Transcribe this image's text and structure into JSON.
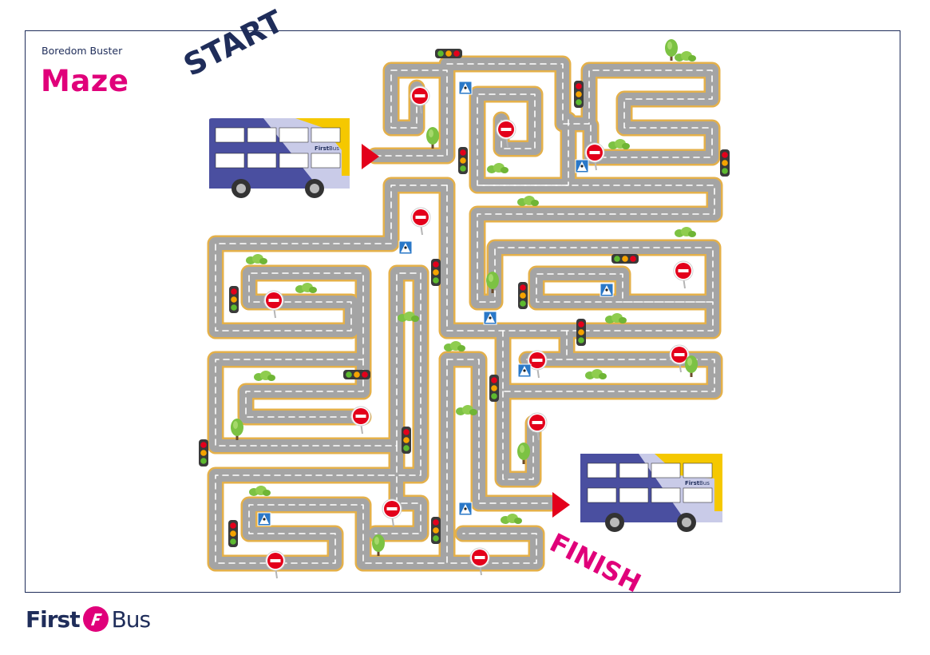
{
  "header": {
    "subtitle": "Boredom Buster",
    "title": "Maze"
  },
  "labels": {
    "start": "START",
    "finish": "FINISH"
  },
  "bus_logo_text": {
    "first": "First",
    "bus": "Bus"
  },
  "footer_logo": {
    "first": "First",
    "bus": "Bus"
  },
  "colors": {
    "brand_pink": "#e0007a",
    "brand_navy": "#1f2d5a",
    "road": "#9a9a9a",
    "road_edge": "#e4b04a",
    "bus_blue": "#4a4fa0",
    "bus_light": "#c9cbe8",
    "bus_yellow": "#f5c800",
    "arrow_red": "#e3001b"
  },
  "icons": [
    "traffic-light-icon",
    "no-entry-sign-icon",
    "pedestrian-crossing-sign-icon",
    "tree-icon",
    "bush-icon",
    "bus-icon",
    "arrow-right-icon"
  ]
}
